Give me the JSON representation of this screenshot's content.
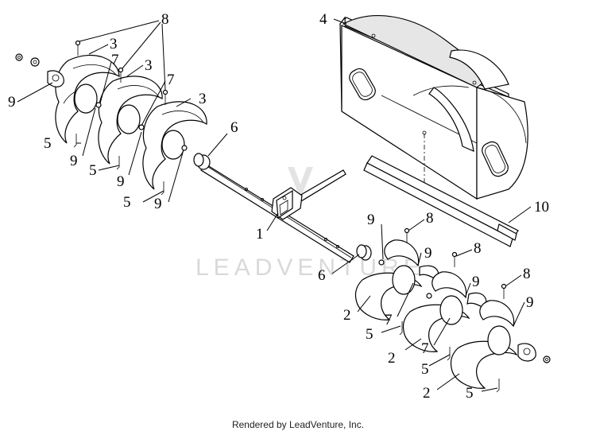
{
  "callouts": {
    "c1": "1",
    "c2a": "2",
    "c2b": "2",
    "c2c": "2",
    "c3a": "3",
    "c3b": "3",
    "c3c": "3",
    "c4": "4",
    "c5a": "5",
    "c5b": "5",
    "c5c": "5",
    "c5d": "5",
    "c5e": "5",
    "c5f": "5",
    "c6a": "6",
    "c6b": "6",
    "c7a": "7",
    "c7b": "7",
    "c7c": "7",
    "c7d": "7",
    "c8a": "8",
    "c8b": "8",
    "c8c": "8",
    "c8d": "8",
    "c9a": "9",
    "c9b": "9",
    "c9c": "9",
    "c9d": "9",
    "c9e": "9",
    "c9f": "9",
    "c10": "10"
  },
  "watermark": "LEADVENTURE",
  "footer": "Rendered by LeadVenture, Inc."
}
